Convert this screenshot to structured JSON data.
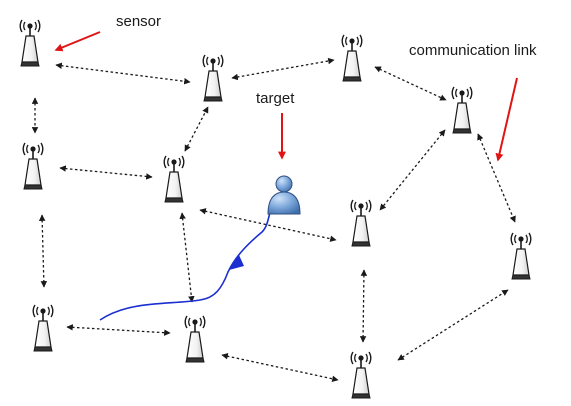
{
  "labels": {
    "sensor": "sensor",
    "target": "target",
    "communication_link": "communication link"
  },
  "colors": {
    "annotation_arrow": "#e01414",
    "trajectory": "#1b2fd1",
    "link": "#1a1a1a",
    "target_body": "#6f9fd6",
    "sensor_body": "#ffffff"
  },
  "icons": {
    "sensor": "antenna-tower-icon",
    "target": "person-icon"
  }
}
